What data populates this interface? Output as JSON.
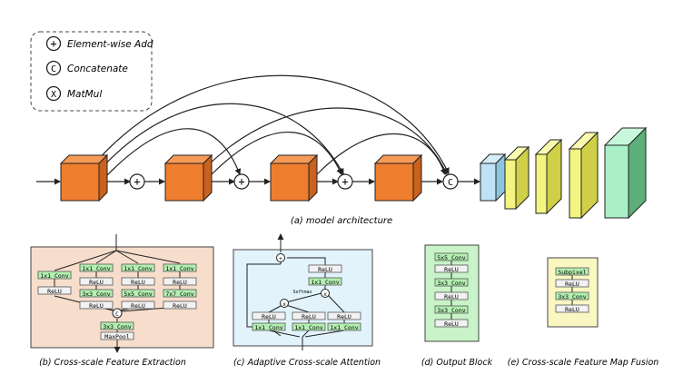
{
  "legend": {
    "add": {
      "symbol": "+",
      "label": "Element-wise Add"
    },
    "concat": {
      "symbol": "C",
      "label": "Concatenate"
    },
    "matmul": {
      "symbol": "X",
      "label": "MatMul"
    }
  },
  "architecture": {
    "concat_symbol": "C",
    "add_symbol": "+",
    "caption": "(a) model architecture"
  },
  "panel_b": {
    "caption": "(b) Cross-scale Feature Extraction",
    "col1": [
      "1x1 Conv",
      "ReLU"
    ],
    "col2": [
      "1x1 Conv",
      "ReLU",
      "3x3 Conv",
      "ReLU"
    ],
    "col3": [
      "1x1 Conv",
      "ReLU",
      "5x5 Conv",
      "ReLU"
    ],
    "col4": [
      "1x1 Conv",
      "ReLU",
      "7x7 Conv",
      "ReLU"
    ],
    "concat_symbol": "C",
    "tail": [
      "3x3 Conv",
      "MaxPool"
    ]
  },
  "panel_c": {
    "caption": "(c) Adaptive Cross-scale Attention",
    "top_add": "+",
    "top": [
      "ReLU",
      "1x1 Conv"
    ],
    "softmax": "Softmax",
    "matmul": "x",
    "branches": [
      [
        "ReLU",
        "1x1 Conv"
      ],
      [
        "ReLU",
        "1x1 Conv"
      ],
      [
        "ReLU",
        "1x1 Conv"
      ]
    ]
  },
  "panel_d": {
    "caption": "(d) Output Block",
    "layers": [
      "5x5 Conv",
      "ReLU",
      "3x3 Conv",
      "ReLU",
      "3x3 Conv",
      "ReLU"
    ]
  },
  "panel_e": {
    "caption": "(e) Cross-scale Feature Map Fusion",
    "layers": [
      "Subpixel",
      "ReLU",
      "3x3 Conv",
      "ReLU"
    ]
  },
  "colors": {
    "orange": "#ef7d2e",
    "orange_top": "#f59b57",
    "orange_side": "#c8621d",
    "blue": "#bfe3f5",
    "yellow": "#f4f481",
    "yellow_side": "#cfcf48",
    "green": "#a9f0c6",
    "green_side": "#5dae7a",
    "panel_b": "#f7ddcc",
    "panel_c": "#e2f3fc",
    "panel_d": "#c8f3c8",
    "panel_e": "#fbf7c3",
    "conv": "#b3efb1"
  }
}
